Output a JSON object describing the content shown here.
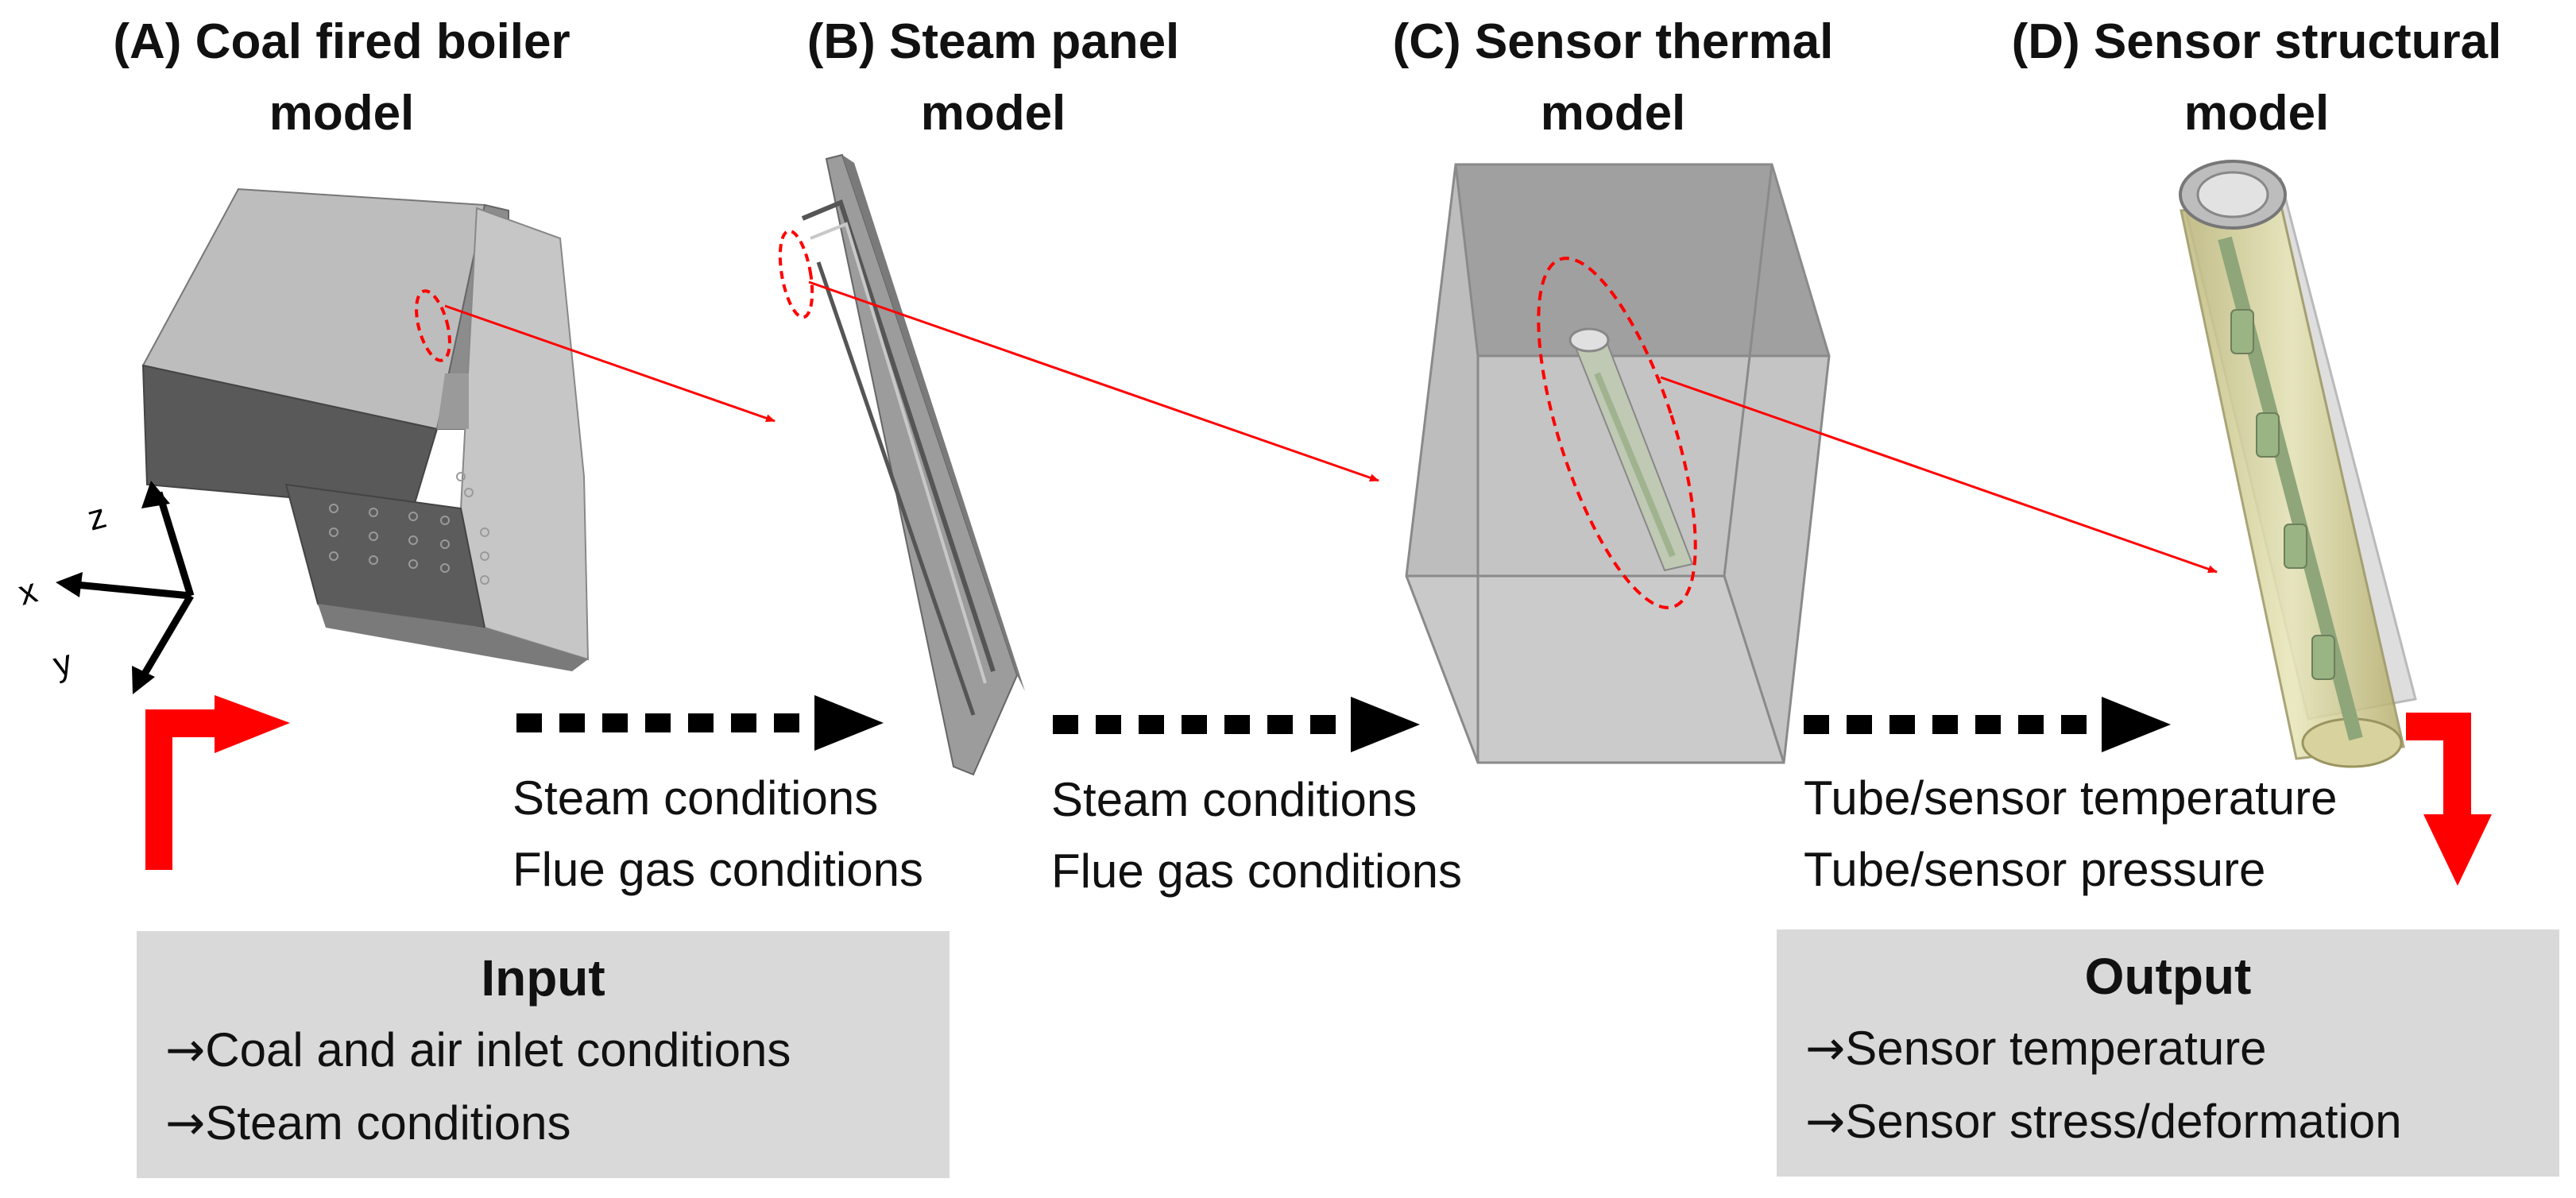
{
  "panels": [
    {
      "label": "(A)",
      "title_line1": "Coal fired boiler",
      "title_line2": "model"
    },
    {
      "label": "(B)",
      "title_line1": "Steam panel",
      "title_line2": "model"
    },
    {
      "label": "(C)",
      "title_line1": "Sensor thermal",
      "title_line2": "model"
    },
    {
      "label": "(D)",
      "title_line1": "Sensor structural",
      "title_line2": "model"
    }
  ],
  "axes": {
    "x": "x",
    "y": "y",
    "z": "z"
  },
  "transfers": [
    {
      "line1": "Steam conditions",
      "line2": "Flue gas conditions"
    },
    {
      "line1": "Steam conditions",
      "line2": "Flue gas conditions"
    },
    {
      "line1": "Tube/sensor temperature",
      "line2": "Tube/sensor pressure"
    }
  ],
  "input_box": {
    "heading": "Input",
    "arrow": "→",
    "items": [
      "Coal and air inlet conditions",
      "Steam conditions"
    ]
  },
  "output_box": {
    "heading": "Output",
    "arrow": "→",
    "items": [
      "Sensor temperature",
      "Sensor stress/deformation"
    ]
  },
  "colors": {
    "highlight": "#ff0000",
    "flow_arrow": "#000000",
    "box_fill": "#d9d9d9",
    "model_gray": "#a6a6a6"
  }
}
